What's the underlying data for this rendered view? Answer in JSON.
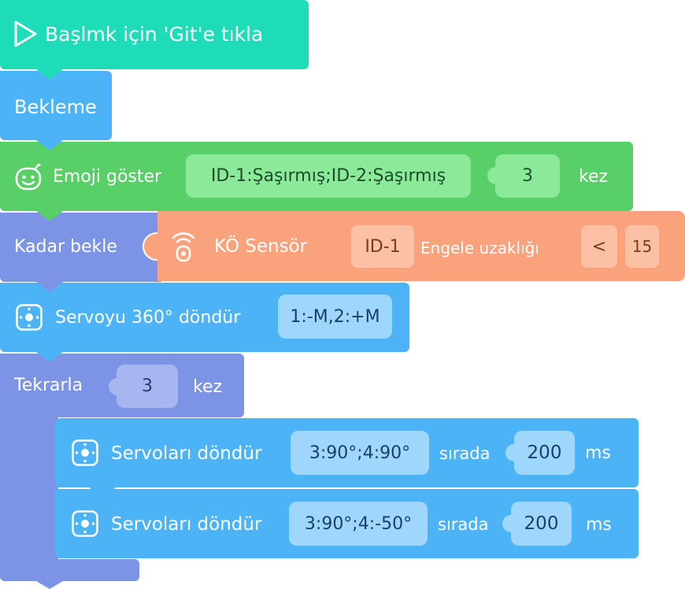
{
  "blocks": {
    "start": {
      "label": "Başlmk için 'Git'e tıkla",
      "icon": "play-icon",
      "color": "#1fdcb8"
    },
    "wait": {
      "label": "Bekleme",
      "color": "#4db3f7"
    },
    "emoji": {
      "label": "Emoji göster",
      "value": "ID-1:Şaşırmış;ID-2:Şaşırmış",
      "count": "3",
      "suffix": "kez",
      "icon": "smiley-icon",
      "color": "#58cf67"
    },
    "wait_until": {
      "label": "Kadar bekle",
      "color": "#7d94e6",
      "sensor": {
        "label": "KÖ Sensör",
        "id": "ID-1",
        "metric": "Engele uzaklığı",
        "operator": "<",
        "value": "15",
        "icon": "ir-sensor-icon",
        "color": "#f9a27c"
      }
    },
    "servo360": {
      "label": "Servoyu 360° döndür",
      "value": "1:-M,2:+M",
      "icon": "servo-icon",
      "color": "#4db3f7"
    },
    "repeat": {
      "label": "Tekrarla",
      "count": "3",
      "suffix": "kez",
      "color": "#7d94e6",
      "children": [
        {
          "label": "Servoları döndür",
          "angles": "3:90°;4:90°",
          "middle": "sırada",
          "ms": "200",
          "unit": "ms",
          "icon": "servo-icon"
        },
        {
          "label": "Servoları döndür",
          "angles": "3:90°;4:-50°",
          "middle": "sırada",
          "ms": "200",
          "unit": "ms",
          "icon": "servo-icon"
        }
      ]
    }
  }
}
